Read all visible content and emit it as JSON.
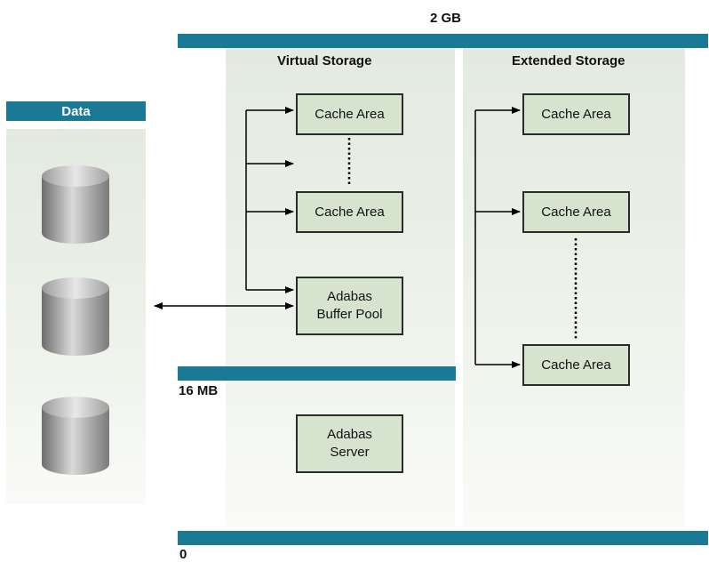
{
  "labels": {
    "top_capacity": "2 GB",
    "mid_capacity": "16 MB",
    "bottom_capacity": "0",
    "virtual_storage": "Virtual Storage",
    "extended_storage": "Extended Storage",
    "data": "Data"
  },
  "virtual_storage": {
    "cache_area_1": "Cache Area",
    "cache_area_2": "Cache Area",
    "buffer_pool_line1": "Adabas",
    "buffer_pool_line2": "Buffer Pool",
    "server_line1": "Adabas",
    "server_line2": "Server"
  },
  "extended_storage": {
    "cache_area_1": "Cache Area",
    "cache_area_2": "Cache Area",
    "cache_area_3": "Cache Area"
  },
  "colors": {
    "bar": "#1a7a96",
    "box_fill": "#d6e3cf",
    "panel": "#e8eee4"
  },
  "data_cylinders": 3
}
